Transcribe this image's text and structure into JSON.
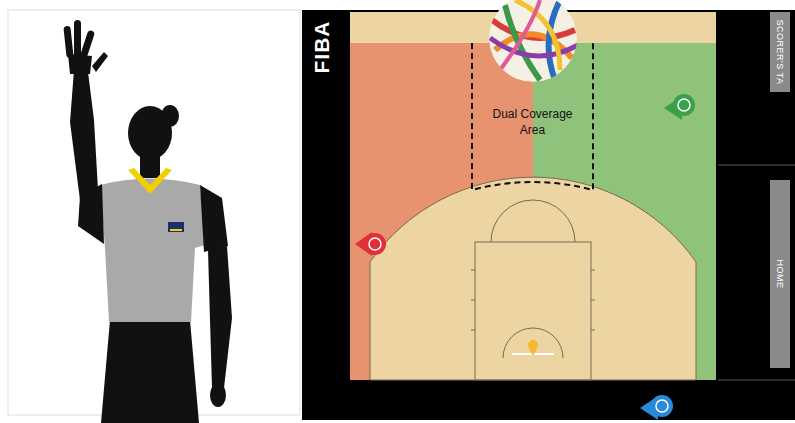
{
  "diagram": {
    "nodes": [
      {
        "text": [
          "Dual Coverage Area"
        ]
      },
      {
        "text": [
          "SCORER'S TA"
        ]
      },
      {
        "text": [
          "HOME"
        ]
      }
    ],
    "labels": [
      "FIBA"
    ]
  }
}
